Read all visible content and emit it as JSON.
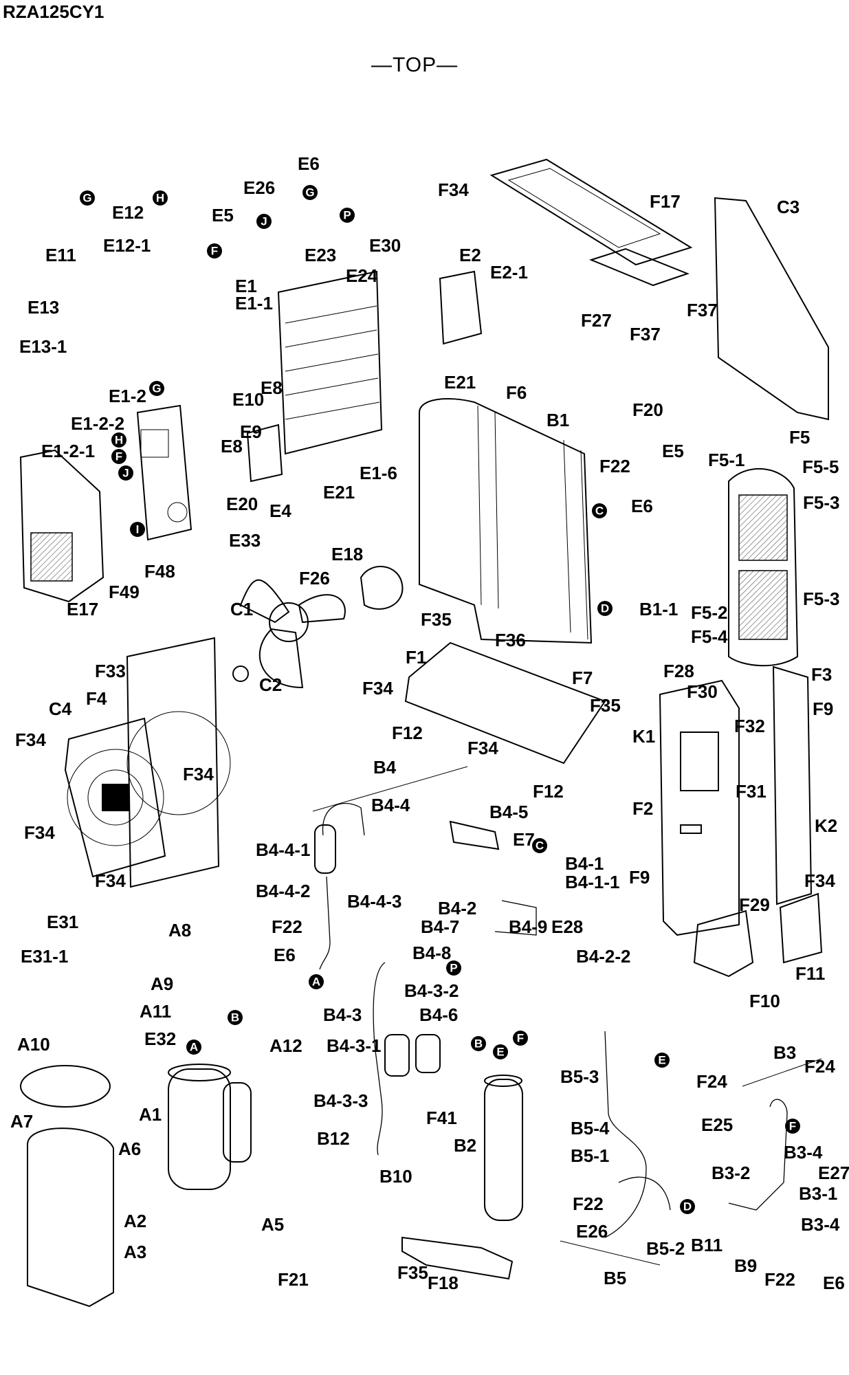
{
  "diagram": {
    "model": "RZA125CY1",
    "view_title": "—TOP—",
    "markers": [
      "A",
      "B",
      "C",
      "D",
      "E",
      "F",
      "G",
      "H",
      "I",
      "J",
      "P"
    ],
    "labels": {
      "E6_top": "E6",
      "E26_top": "E26",
      "E5_top": "E5",
      "E12": "E12",
      "E12_1": "E12-1",
      "E11": "E11",
      "E13": "E13",
      "E13_1": "E13-1",
      "E23": "E23",
      "E24": "E24",
      "E30": "E30",
      "E1": "E1",
      "E1_1": "E1-1",
      "E2": "E2",
      "E2_1": "E2-1",
      "E21_a": "E21",
      "F34_top": "F34",
      "F17": "F17",
      "F27": "F27",
      "F37_a": "F37",
      "F37_b": "F37",
      "C3": "C3",
      "E1_2": "E1-2",
      "E1_2_2": "E1-2-2",
      "E1_2_1": "E1-2-1",
      "E10": "E10",
      "E8_a": "E8",
      "E9": "E9",
      "E8_b": "E8",
      "E20": "E20",
      "E4": "E4",
      "E21_b": "E21",
      "E1_6": "E1-6",
      "F48": "F48",
      "F49": "F49",
      "E17": "E17",
      "E33": "E33",
      "F6": "F6",
      "B1": "B1",
      "F20": "F20",
      "F22_a": "F22",
      "E5_b": "E5",
      "E6_b": "E6",
      "F5": "F5",
      "F5_1": "F5-1",
      "F5_5": "F5-5",
      "F5_3_a": "F5-3",
      "F5_3_b": "F5-3",
      "F5_2": "F5-2",
      "F5_4": "F5-4",
      "B1_1": "B1-1",
      "E18": "E18",
      "F26": "F26",
      "C1": "C1",
      "C2": "C2",
      "F35_a": "F35",
      "F36": "F36",
      "F1": "F1",
      "F7": "F7",
      "F34_mid": "F34",
      "F35_b": "F35",
      "F12_a": "F12",
      "F34_c": "F34",
      "F12_b": "F12",
      "F33": "F33",
      "F4": "F4",
      "C4": "C4",
      "F34_l1": "F34",
      "F34_l2": "F34",
      "F34_l3": "F34",
      "F34_l4": "F34",
      "F28": "F28",
      "F30": "F30",
      "F3": "F3",
      "F32": "F32",
      "K1": "K1",
      "F9_a": "F9",
      "F31": "F31",
      "F2": "F2",
      "K2": "K2",
      "F9_b": "F9",
      "F34_r": "F34",
      "F29": "F29",
      "F11": "F11",
      "F10": "F10",
      "B4": "B4",
      "B4_4": "B4-4",
      "B4_5": "B4-5",
      "B4_4_1": "B4-4-1",
      "E7": "E7",
      "B4_1": "B4-1",
      "B4_1_1": "B4-1-1",
      "B4_4_2": "B4-4-2",
      "B4_4_3": "B4-4-3",
      "B4_2": "B4-2",
      "B4_7": "B4-7",
      "B4_9": "B4-9",
      "E28": "E28",
      "F22_b": "F22",
      "E6_c": "E6",
      "B4_8": "B4-8",
      "B4_2_2": "B4-2-2",
      "B4_3_2": "B4-3-2",
      "B4_3": "B4-3",
      "B4_6": "B4-6",
      "B4_3_1": "B4-3-1",
      "B4_3_3": "B4-3-3",
      "F41": "F41",
      "B12": "B12",
      "B10": "B10",
      "B2": "B2",
      "E31": "E31",
      "E31_1": "E31-1",
      "A8": "A8",
      "A9": "A9",
      "A11": "A11",
      "E32": "E32",
      "A12": "A12",
      "A10": "A10",
      "A7": "A7",
      "A1": "A1",
      "A6": "A6",
      "A2": "A2",
      "A3": "A3",
      "A5": "A5",
      "F21": "F21",
      "F35_c": "F35",
      "F18": "F18",
      "B5_3": "B5-3",
      "F24_a": "F24",
      "E25": "E25",
      "B5_4": "B5-4",
      "B5_1": "B5-1",
      "F22_c": "F22",
      "E26_b": "E26",
      "B5_2": "B5-2",
      "B5": "B5",
      "B3": "B3",
      "F24_b": "F24",
      "B3_4_a": "B3-4",
      "E27": "E27",
      "B3_2": "B3-2",
      "B3_1": "B3-1",
      "B3_4_b": "B3-4",
      "B11": "B11",
      "B9": "B9",
      "F22_d": "F22",
      "E6_d": "E6"
    },
    "colors": {
      "ink": "#000000",
      "paper": "#ffffff",
      "hatch": "#555555"
    }
  }
}
